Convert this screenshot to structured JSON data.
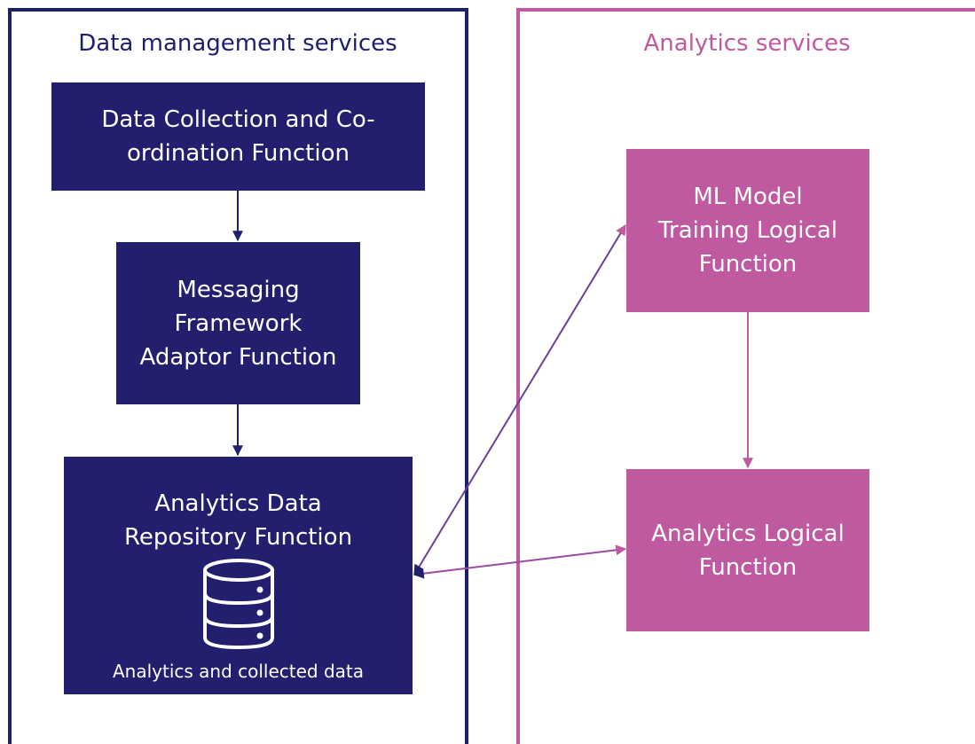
{
  "groups": {
    "data_management": {
      "title": "Data management services",
      "color": "#1e1e6e"
    },
    "analytics": {
      "title": "Analytics services",
      "color": "#c05aa0"
    }
  },
  "nodes": {
    "dccf": {
      "label": "Data Collection and Co-\nordination Function"
    },
    "mfaf": {
      "label": "Messaging\nFramework\nAdaptor Function"
    },
    "adrf": {
      "label": "Analytics Data\nRepository Function",
      "caption": "Analytics and collected data",
      "icon": "database-icon"
    },
    "mltf": {
      "label": "ML Model\nTraining Logical\nFunction"
    },
    "alf": {
      "label": "Analytics Logical\nFunction"
    }
  },
  "edges": [
    {
      "from": "dccf",
      "to": "mfaf",
      "type": "directed"
    },
    {
      "from": "mfaf",
      "to": "adrf",
      "type": "directed"
    },
    {
      "from": "mltf",
      "to": "alf",
      "type": "directed"
    },
    {
      "from": "adrf",
      "to": "mltf",
      "type": "bidirectional"
    },
    {
      "from": "adrf",
      "to": "alf",
      "type": "bidirectional"
    }
  ],
  "colors": {
    "navy": "#221f6e",
    "pink": "#c05aa0",
    "background": "#ffffff"
  }
}
